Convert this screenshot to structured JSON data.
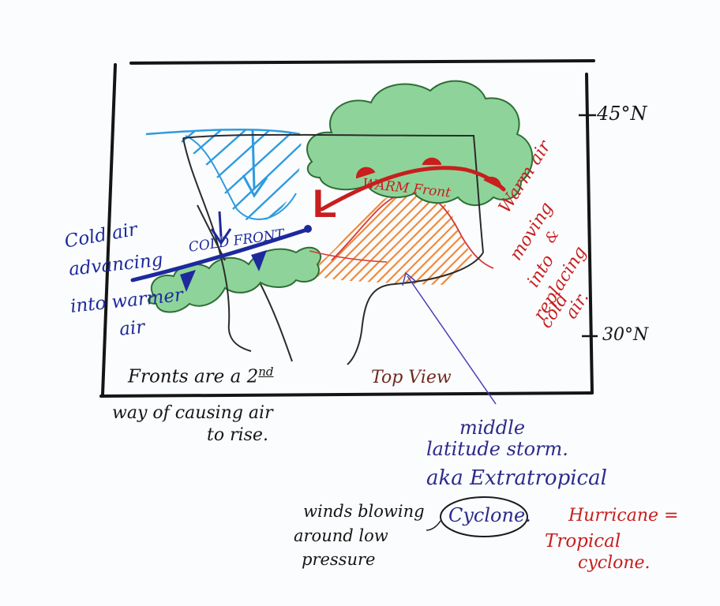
{
  "labels": {
    "lat_45": "45°N",
    "lat_30": "30°N",
    "cold_front": "COLD FRONT",
    "warm_front": "WARM Front",
    "low_symbol": "L",
    "cold_air_1": "Cold air",
    "cold_air_2": "advancing",
    "cold_air_3": "into warmer",
    "cold_air_4": "air",
    "warm_air_1": "Warm air",
    "warm_air_2": "moving",
    "warm_air_3": "&",
    "warm_air_4": "into",
    "warm_air_5": "replacing",
    "warm_air_6": "cold",
    "warm_air_7": "air.",
    "fronts_1": "Fronts are a 2",
    "fronts_sup": "nd",
    "fronts_2": "way of causing air",
    "fronts_3": "to rise.",
    "top_view": "Top View",
    "storm_1": "middle",
    "storm_2": "latitude storm.",
    "storm_3": "aka Extratropical",
    "storm_4": "Cyclone.",
    "winds_1": "winds blowing",
    "winds_2": "around low",
    "winds_3": "pressure",
    "hurricane_1": "Hurricane =",
    "hurricane_2": "Tropical",
    "hurricane_3": "cyclone."
  },
  "colors": {
    "cold_front": "#1d2a9c",
    "warm_front": "#c81e1e",
    "cold_air": "#2e9be0",
    "warm_air": "#f08a3c",
    "clouds": "#5cc06a",
    "outline": "#151515"
  }
}
